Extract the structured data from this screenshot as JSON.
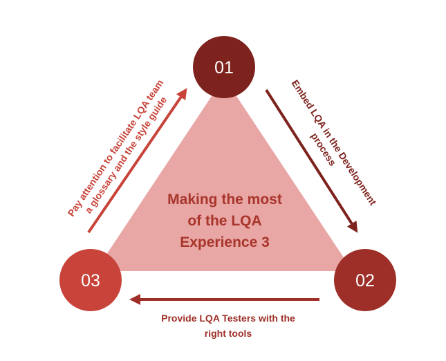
{
  "center": {
    "lines": [
      "Making the most",
      "of the LQA",
      "Experience 3"
    ]
  },
  "steps": [
    {
      "number": "01",
      "text_lines": [
        "Embed LQA in the Development",
        "process"
      ]
    },
    {
      "number": "02",
      "text_lines": [
        "Provide LQA Testers with the",
        "right tools"
      ]
    },
    {
      "number": "03",
      "text_lines": [
        "Pay attention to facilitate LQA team",
        "a glossary and the style guide"
      ]
    }
  ],
  "colors": {
    "triangle_fill": "#e8a6a4",
    "circle_01": "#7d221d",
    "circle_02": "#9e2f28",
    "circle_03": "#c8443a",
    "arrow_01_to_02": "#7d221d",
    "arrow_02_to_03": "#9e2f28",
    "arrow_03_to_01": "#c8443a",
    "center_text": "#a8352b",
    "number_text": "#ffffff"
  }
}
